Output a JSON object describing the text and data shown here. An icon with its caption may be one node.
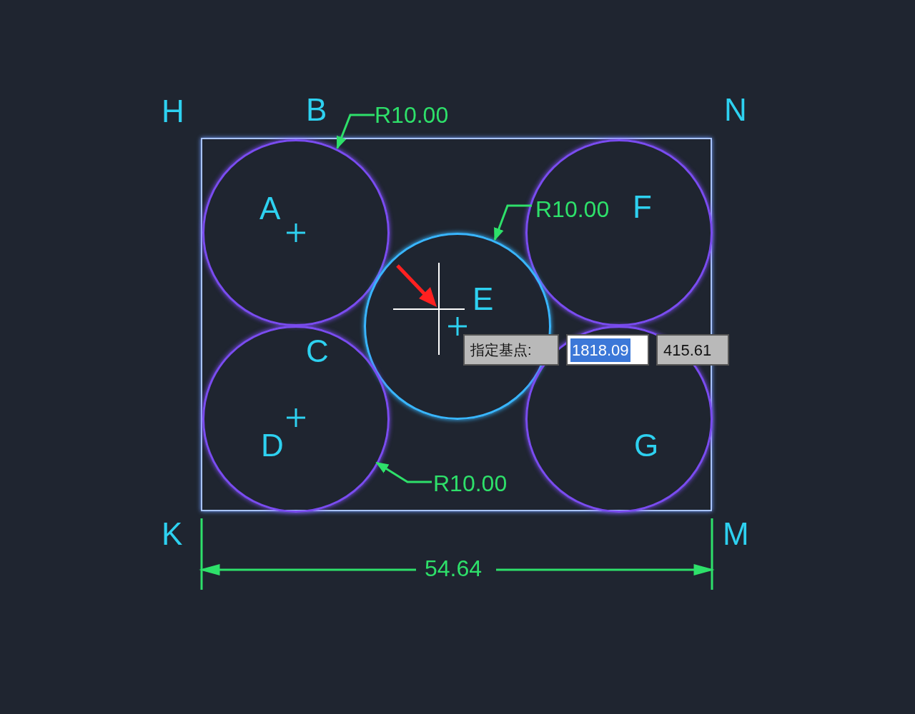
{
  "diagram": {
    "nodes": [
      {
        "text": [],
        "shape": "box"
      },
      {
        "text": [
          "A"
        ],
        "in": 0
      },
      {
        "text": [
          "F"
        ],
        "in": 0
      },
      {
        "text": [
          "E"
        ],
        "in": 0
      },
      {
        "text": [
          "D"
        ],
        "in": 0
      },
      {
        "text": [
          "G"
        ],
        "in": 0
      },
      {
        "text": [
          "R10.00"
        ]
      },
      {
        "text": [
          "R10.00"
        ],
        "in": 2
      },
      {
        "text": [
          "R10.00"
        ],
        "in": 0
      }
    ],
    "edges": [
      {
        "from": 6,
        "to": 1,
        "arrow": "to"
      },
      {
        "from": 7,
        "to": 3,
        "arrow": "to"
      },
      {
        "from": 8,
        "to": 4,
        "arrow": "to"
      }
    ],
    "labels": [
      "H",
      "B",
      "N",
      "C",
      "指定基点:",
      "1818.09",
      "415.61",
      "K",
      "M",
      "54.64"
    ]
  }
}
